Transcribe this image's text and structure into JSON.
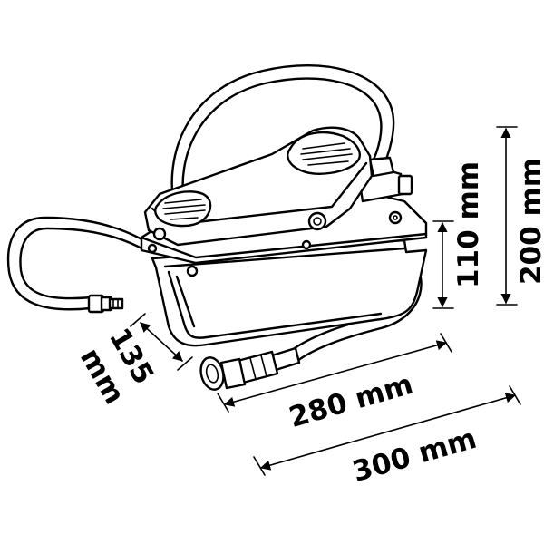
{
  "dimensions": {
    "depth": {
      "value": "135",
      "unit": "mm"
    },
    "length_base": "280 mm",
    "length_total": "300 mm",
    "height_body": "110 mm",
    "height_total": "200 mm"
  },
  "colors": {
    "line": "#000000",
    "background": "#ffffff"
  },
  "icons": [
    "foot-pump-icon",
    "hose-icon",
    "coupler-icon",
    "dimension-arrow-icon"
  ]
}
